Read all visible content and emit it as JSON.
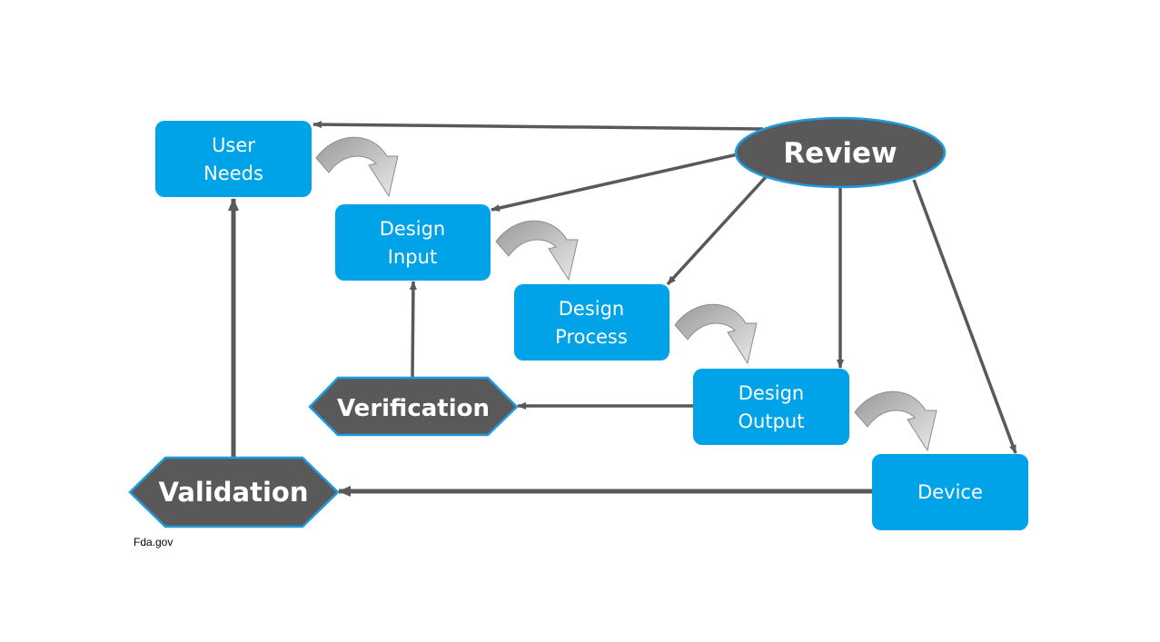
{
  "diagram": {
    "nodes": {
      "user_needs": {
        "line1": "User",
        "line2": "Needs"
      },
      "design_input": {
        "line1": "Design",
        "line2": "Input"
      },
      "design_process": {
        "line1": "Design",
        "line2": "Process"
      },
      "design_output": {
        "line1": "Design",
        "line2": "Output"
      },
      "device": {
        "label": "Device"
      },
      "review": {
        "label": "Review"
      },
      "verification": {
        "label": "Verification"
      },
      "validation": {
        "label": "Validation"
      }
    },
    "edges": [
      {
        "from": "review",
        "to": "user_needs"
      },
      {
        "from": "review",
        "to": "design_input"
      },
      {
        "from": "review",
        "to": "design_process"
      },
      {
        "from": "review",
        "to": "design_output"
      },
      {
        "from": "review",
        "to": "device"
      },
      {
        "from": "design_output",
        "to": "verification"
      },
      {
        "from": "verification",
        "to": "design_input"
      },
      {
        "from": "device",
        "to": "validation"
      },
      {
        "from": "validation",
        "to": "user_needs"
      }
    ],
    "flow_steps": [
      {
        "from": "user_needs",
        "to": "design_input"
      },
      {
        "from": "design_input",
        "to": "design_process"
      },
      {
        "from": "design_process",
        "to": "design_output"
      },
      {
        "from": "design_output",
        "to": "device"
      }
    ],
    "colors": {
      "box_fill": "#00A2E8",
      "dark_fill": "#595959",
      "outline": "#1F9BDE",
      "arrow": "#595959",
      "curved_arrow": "#A6A6A6"
    }
  },
  "source": "Fda.gov"
}
